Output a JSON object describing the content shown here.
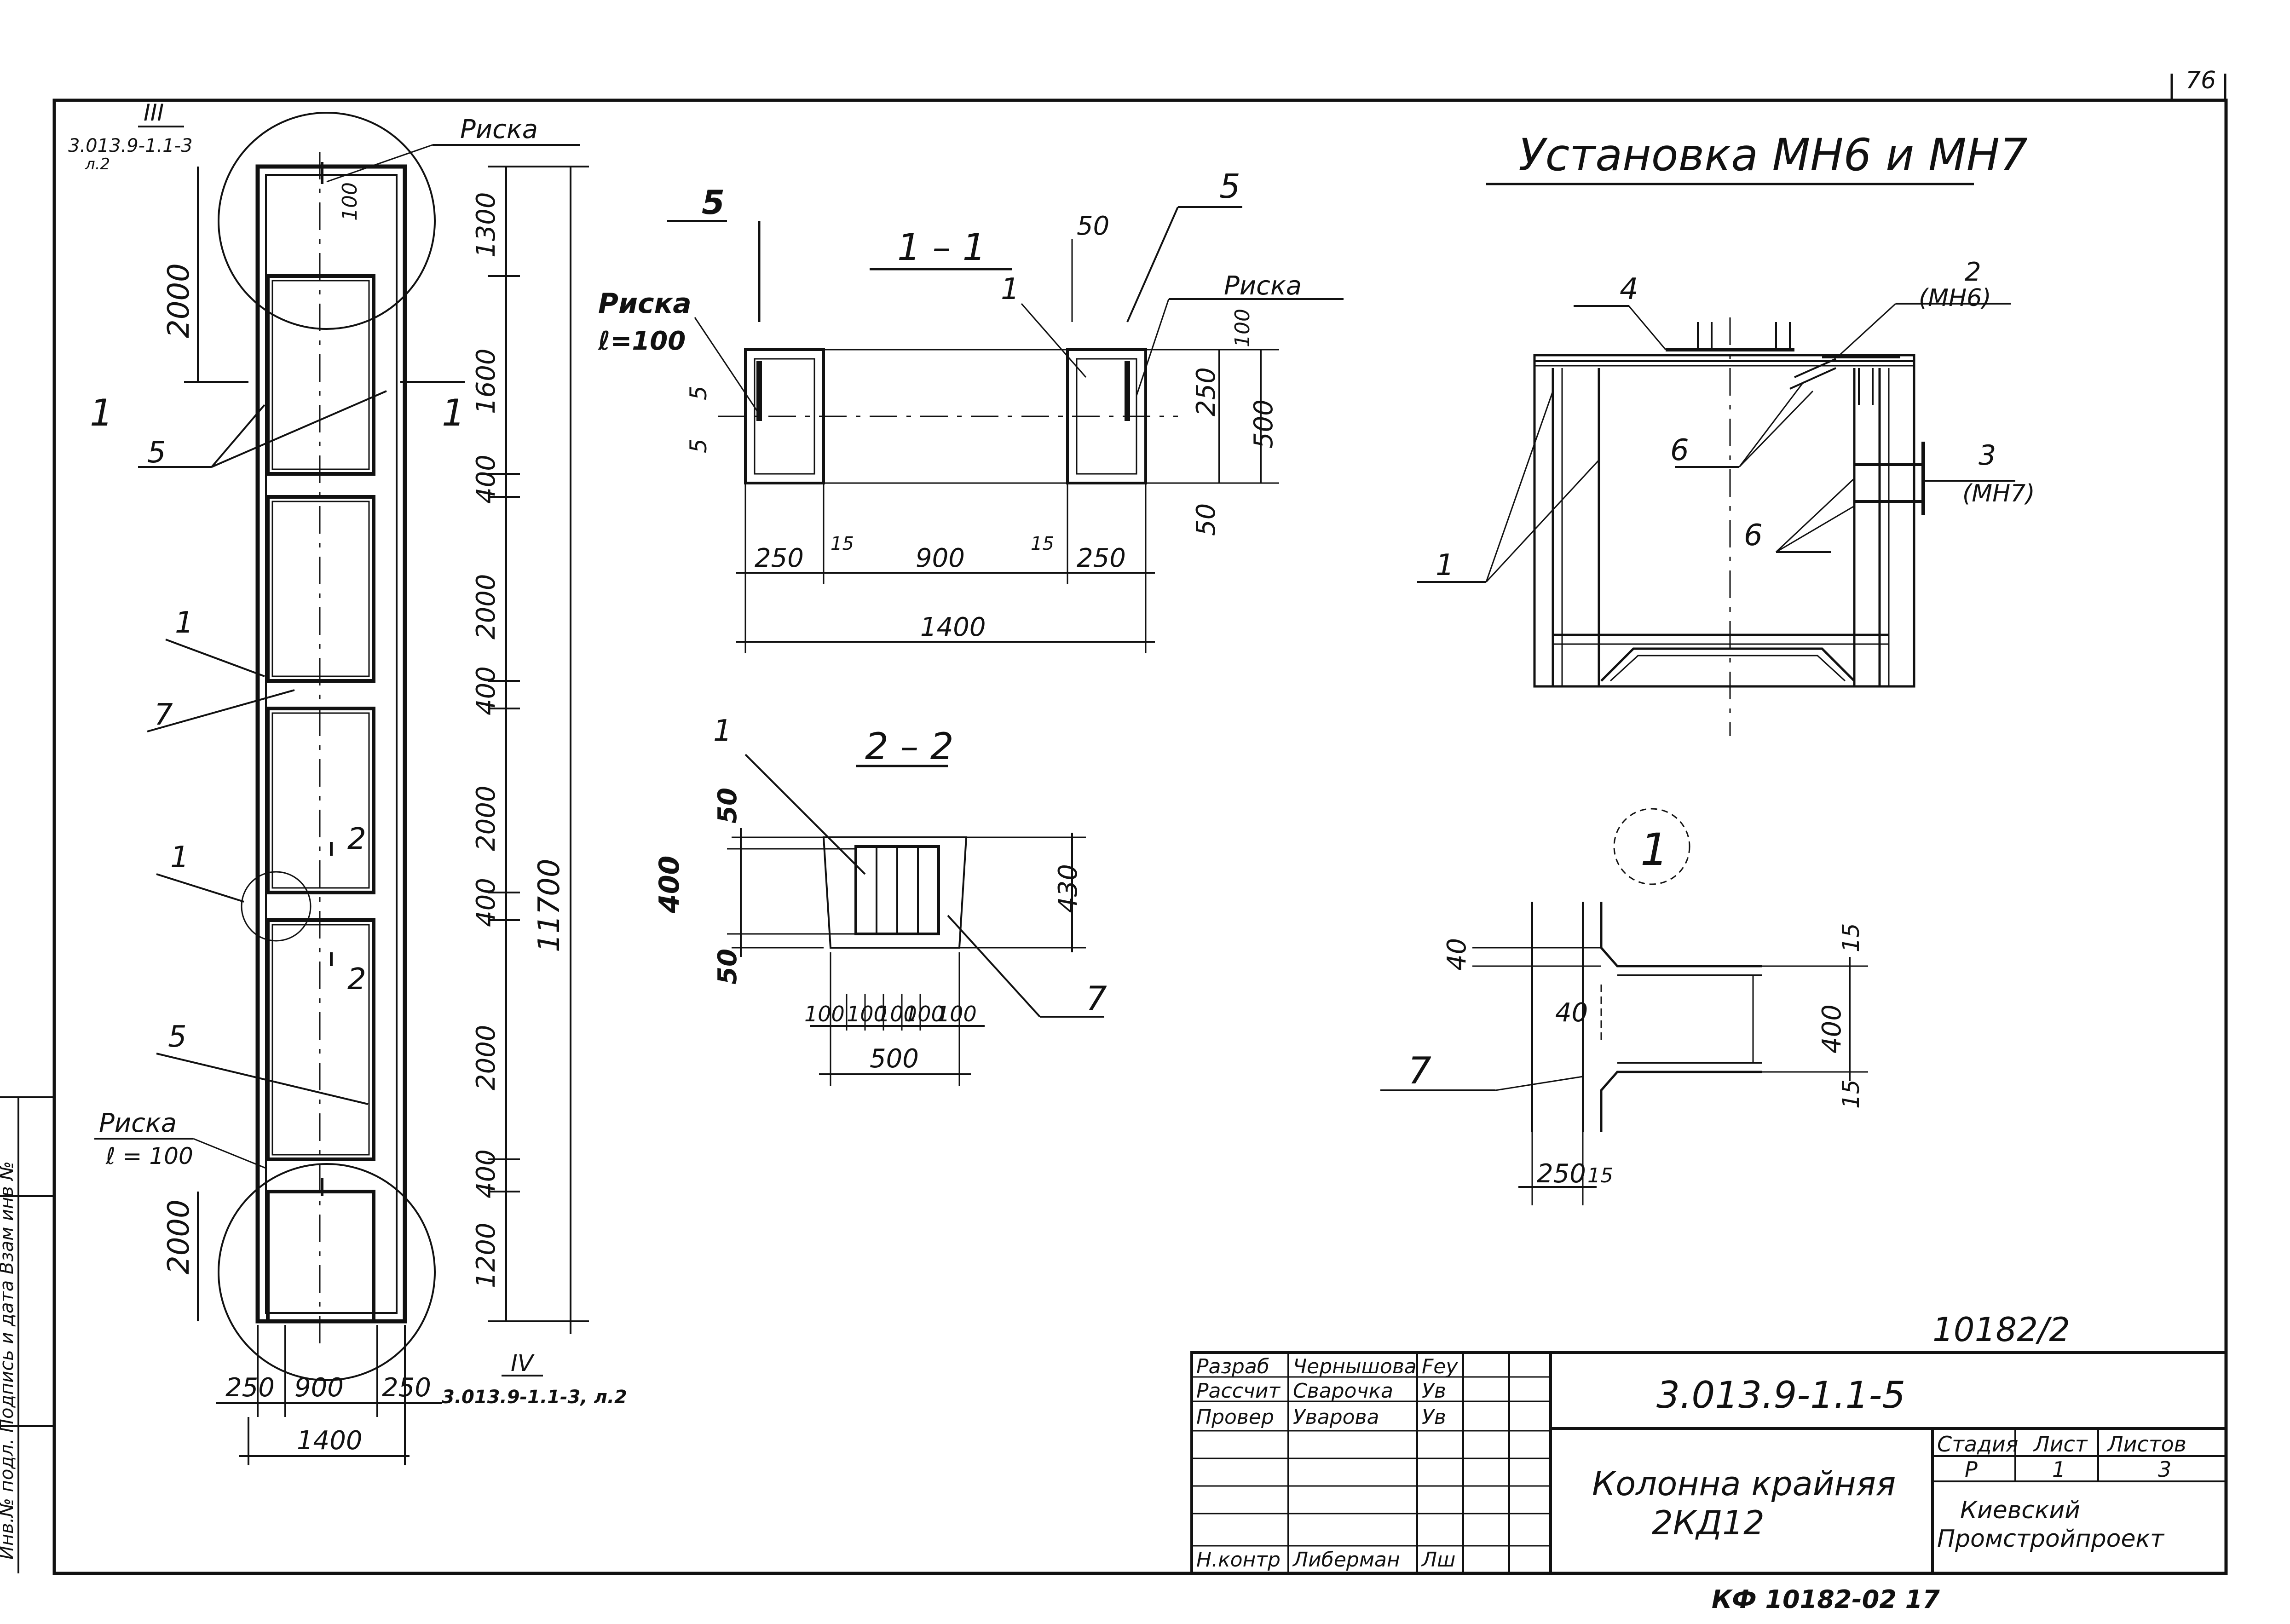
{
  "sheet": {
    "page_number": "76",
    "code_stamp": "КФ 10182-02  17",
    "archive_number": "10182/2",
    "side_strip": "Инв.№ подл.   Подпись и дата   Взам инв №"
  },
  "column_elevation": {
    "callout_top": "III",
    "callout_top_ref": "3.013.9-1.1-3",
    "callout_top_sheet": "л.2",
    "callout_bottom": "IV",
    "callout_bottom_ref": "3.013.9-1.1-3, л.2",
    "riska_top": "Риска",
    "riska_bottom": "Риска",
    "riska_bottom_len": "ℓ = 100",
    "dim_100": "100",
    "left_dims": [
      "2000",
      "2000"
    ],
    "segment_dims": [
      "1300",
      "1600",
      "400",
      "2000",
      "400",
      "2000",
      "400",
      "2000",
      "400",
      "1200"
    ],
    "total_height": "11700",
    "bottom_dims": [
      "250",
      "900",
      "250"
    ],
    "bottom_total": "1400",
    "section_1_left": "1",
    "section_1_right": "1",
    "section_2_top": "2",
    "section_2_bottom": "2",
    "markers": [
      "5",
      "1",
      "7",
      "1",
      "5"
    ]
  },
  "section_1_1": {
    "title": "1 – 1",
    "labels": [
      "5",
      "5",
      "1"
    ],
    "dim_50": "50",
    "riska_left": "Риска",
    "riska_left_len": "ℓ=100",
    "riska_right": "Риска",
    "dims_right": [
      "100",
      "250",
      "500",
      "50"
    ],
    "dims_left": [
      "5",
      "5"
    ],
    "bottom_dims": [
      "250",
      "15",
      "900",
      "15",
      "250"
    ],
    "total": "1400"
  },
  "section_2_2": {
    "title": "2 – 2",
    "labels": [
      "1",
      "7"
    ],
    "left_dims": [
      "50",
      "400",
      "50"
    ],
    "right_dim": "430",
    "bottom_dims": [
      "100",
      "100",
      "100",
      "100",
      "100"
    ],
    "bottom_total": "500"
  },
  "installation": {
    "title": "Установка  МН6 и МН7",
    "labels": [
      "4",
      "2",
      "(МН6)",
      "6",
      "3",
      "(МН7)",
      "6",
      "1"
    ]
  },
  "node_1": {
    "circle_label": "1",
    "dims": [
      "40",
      "40",
      "15",
      "400",
      "15",
      "250",
      "15"
    ],
    "label_7": "7"
  },
  "title_block": {
    "document_code": "3.013.9-1.1-5",
    "item_name": "Колонна крайняя",
    "item_mark": "2КД12",
    "organization": "Киевский Промстройпроект",
    "stage_header": "Стадия",
    "sheet_header": "Лист",
    "sheets_header": "Листов",
    "stage_value": "Р",
    "sheet_value": "1",
    "sheets_value": "3",
    "rows": [
      {
        "role": "Разраб",
        "name": "Чернышова",
        "sign": "Fey"
      },
      {
        "role": "Рассчит",
        "name": "Сварочка",
        "sign": "Ув"
      },
      {
        "role": "Провер",
        "name": "Уварова",
        "sign": "Ув"
      },
      {
        "role": "",
        "name": "",
        "sign": ""
      },
      {
        "role": "",
        "name": "",
        "sign": ""
      },
      {
        "role": "",
        "name": "",
        "sign": ""
      },
      {
        "role": "Н.контр",
        "name": "Либерман",
        "sign": "Лш"
      }
    ]
  }
}
